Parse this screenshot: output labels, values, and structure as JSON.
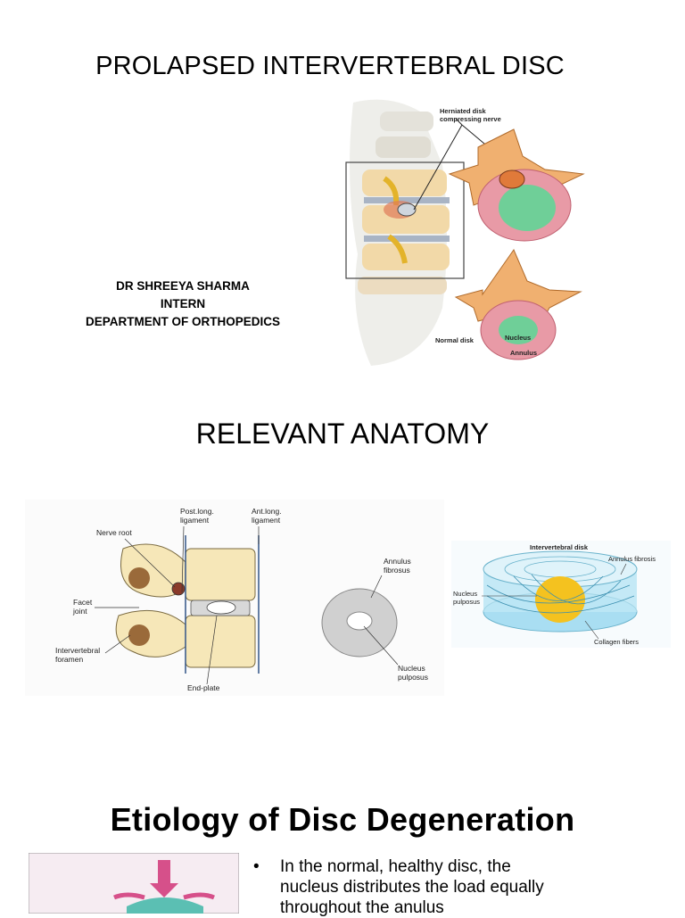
{
  "slide1": {
    "title": "PROLAPSED INTERVERTEBRAL DISC",
    "author_lines": [
      "DR SHREEYA SHARMA",
      "INTERN",
      "DEPARTMENT OF ORTHOPEDICS"
    ],
    "figure_labels": {
      "herniated": [
        "Herniated disk",
        "compressing nerve"
      ],
      "normal_disk": "Normal disk",
      "nucleus": "Nucleus",
      "annulus": "Annulus"
    }
  },
  "slide2": {
    "title": "RELEVANT ANATOMY",
    "figure1_labels": {
      "post_long": [
        "Post.long.",
        "ligament"
      ],
      "ant_long": [
        "Ant.long.",
        "ligament"
      ],
      "nerve_root": "Nerve root",
      "facet": [
        "Facet",
        "joint"
      ],
      "foramen": [
        "Intervertebral",
        "foramen"
      ],
      "end_plate": "End-plate"
    },
    "figure2_labels": {
      "annulus": [
        "Annulus",
        "fibrosus"
      ],
      "nucleus": [
        "Nucleus",
        "pulposus"
      ]
    },
    "figure3_labels": {
      "title": "Intervertebral disk",
      "annulus": "Annulus fibrosis",
      "nucleus": [
        "Nucleus",
        "pulposus"
      ],
      "collagen": "Collagen fibers"
    }
  },
  "slide3": {
    "title": "Etiology of Disc Degeneration",
    "bullet_symbol": "•",
    "bullet_lines": [
      "In the normal, healthy disc, the",
      "nucleus distributes the load equally",
      "throughout the anulus"
    ]
  }
}
